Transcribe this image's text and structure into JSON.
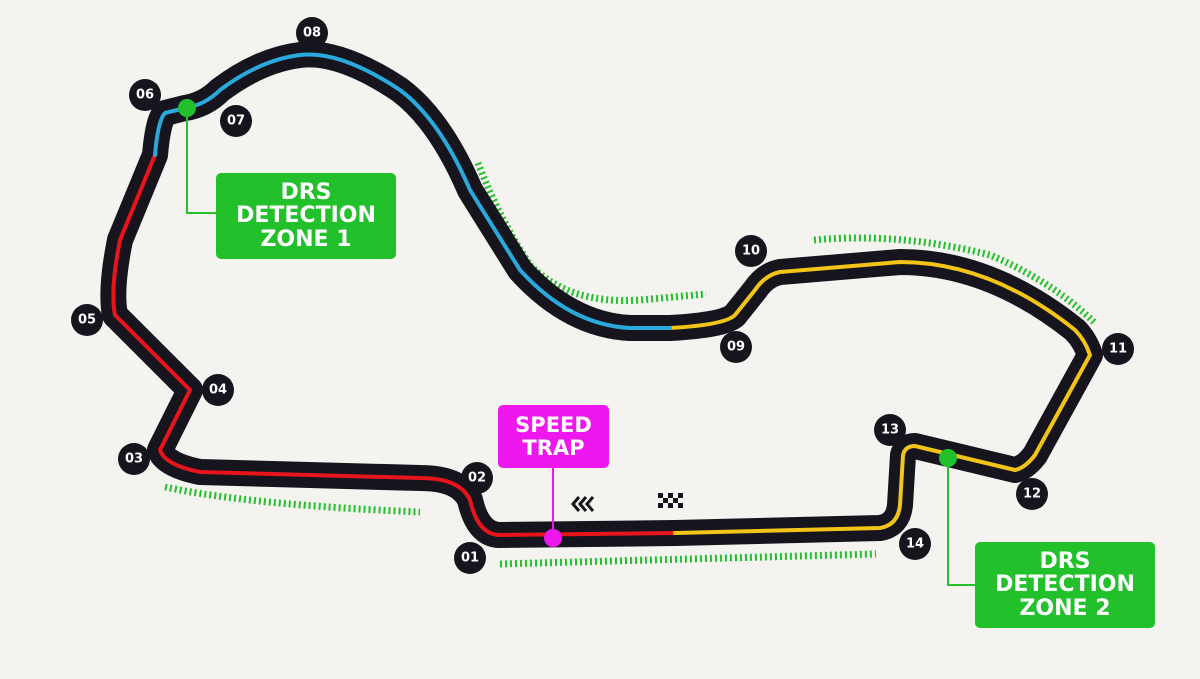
{
  "colors": {
    "track": "#16151d",
    "sector1": "#e8141c",
    "sector2": "#2aa9dd",
    "sector3": "#f2c418",
    "drs": "#22c12c",
    "speed_trap": "#ee18ee",
    "background": "#f4f3ef"
  },
  "corners": [
    "01",
    "02",
    "03",
    "04",
    "05",
    "06",
    "07",
    "08",
    "09",
    "10",
    "11",
    "12",
    "13",
    "14"
  ],
  "labels": {
    "drs1": [
      "DRS",
      "DETECTION",
      "ZONE 1"
    ],
    "drs2": [
      "DRS",
      "DETECTION",
      "ZONE 2"
    ],
    "speed_trap": [
      "SPEED",
      "TRAP"
    ]
  },
  "icons": {
    "direction": "chevrons-left-icon",
    "finish": "checkered-flag-icon"
  }
}
